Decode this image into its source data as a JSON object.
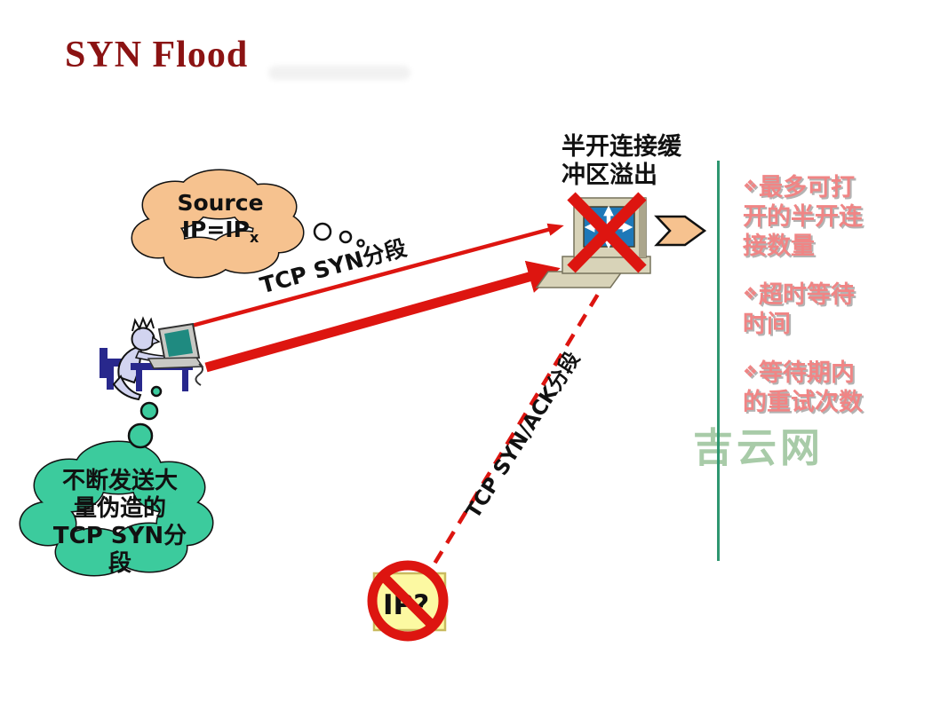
{
  "slide": {
    "title": "SYN Flood"
  },
  "source_bubble": {
    "line1": "Source",
    "line2": "IP=IP",
    "subscript": "x"
  },
  "arrows": {
    "syn_label": "TCP SYN分段",
    "synack_label": "TCP SYN/ACK分段"
  },
  "server": {
    "caption": "半开连接缓\n冲区溢出"
  },
  "attacker_bubble": {
    "text": "不断发送大\n量伪造的\nTCP SYN分\n段"
  },
  "blocked_ip": {
    "label": "IP?"
  },
  "sidebar": {
    "bullet_glyph": "❖",
    "items": [
      {
        "text": "最多可打\n开的半开连\n接数量"
      },
      {
        "text": "超时等待\n时间"
      },
      {
        "text": "等待期内\n的重试次数"
      }
    ]
  },
  "watermark": "吉云网",
  "colors": {
    "title_red": "#8B1313",
    "arrow_red": "#DD1510",
    "bubble_orange": "#F6C28F",
    "bubble_green": "#3CCB9D",
    "bullet_pink": "#F08585",
    "divider_green": "#2E9670",
    "watermark_green": "#A8CBA8",
    "screen_blue": "#1E78B8",
    "computer_tan": "#D8D3B8",
    "note_yellow": "#FCF9A2"
  }
}
